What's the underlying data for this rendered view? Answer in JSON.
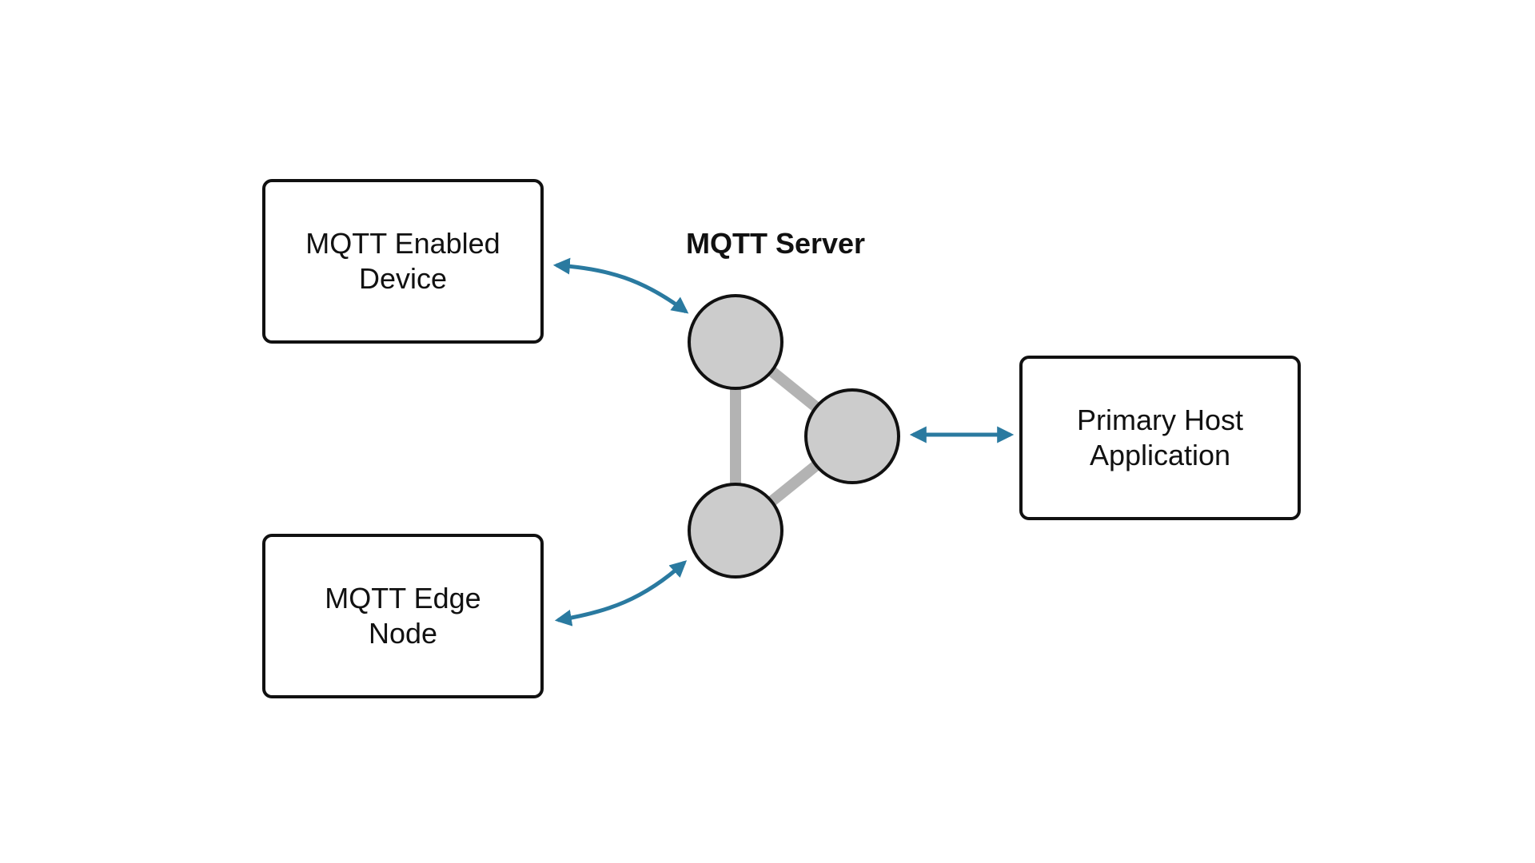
{
  "colors": {
    "arrow": "#2a7aa0",
    "node_fill": "#cccccc",
    "node_stroke": "#111111",
    "link": "#b3b3b3",
    "box_border": "#111111"
  },
  "diagram": {
    "server": {
      "title": "MQTT Server",
      "node_count": 3
    },
    "boxes": {
      "device": {
        "lines": [
          "MQTT Enabled",
          "Device"
        ]
      },
      "edge": {
        "lines": [
          "MQTT Edge",
          "Node"
        ]
      },
      "host": {
        "lines": [
          "Primary Host",
          "Application"
        ]
      }
    },
    "connections": [
      {
        "from": "device",
        "to": "server-node-top",
        "direction": "bidirectional"
      },
      {
        "from": "edge",
        "to": "server-node-bottom",
        "direction": "bidirectional"
      },
      {
        "from": "server-node-right",
        "to": "host",
        "direction": "bidirectional"
      }
    ]
  }
}
